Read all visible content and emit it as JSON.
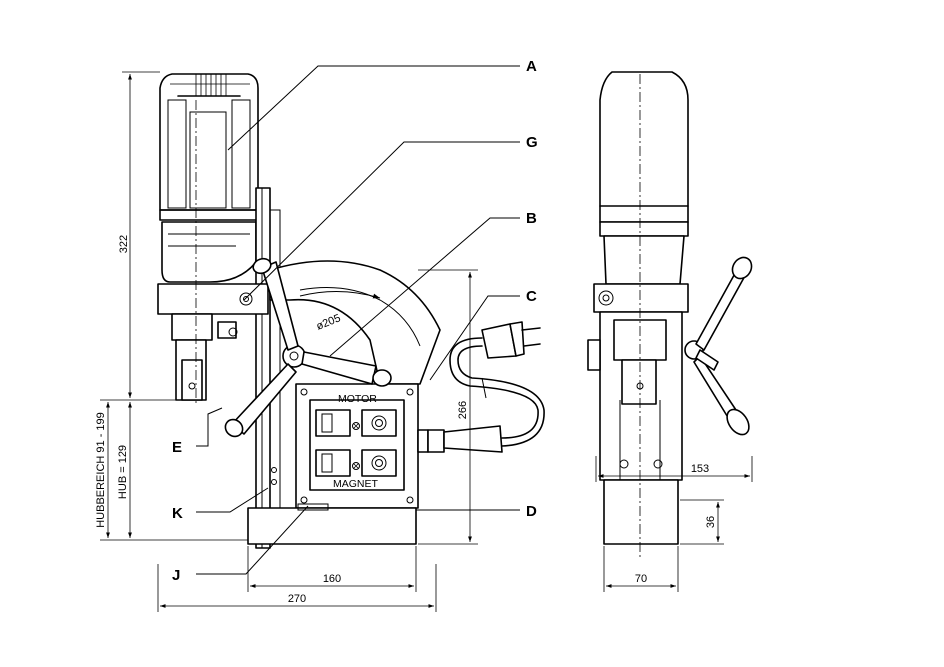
{
  "callouts": {
    "A": "A",
    "G": "G",
    "B": "B",
    "C": "C",
    "D": "D",
    "E": "E",
    "K": "K",
    "J": "J"
  },
  "panel": {
    "motor": "MOTOR",
    "magnet": "MAGNET"
  },
  "dimensions": {
    "overall_height": "322",
    "stroke_range": "HUBBEREICH 91 - 199",
    "stroke": "HUB = 129",
    "column_height": "266",
    "wheel_diameter": "ø205",
    "base_length": "160",
    "overall_length": "270",
    "side_depth": "153",
    "base_height": "36",
    "base_width": "70"
  }
}
